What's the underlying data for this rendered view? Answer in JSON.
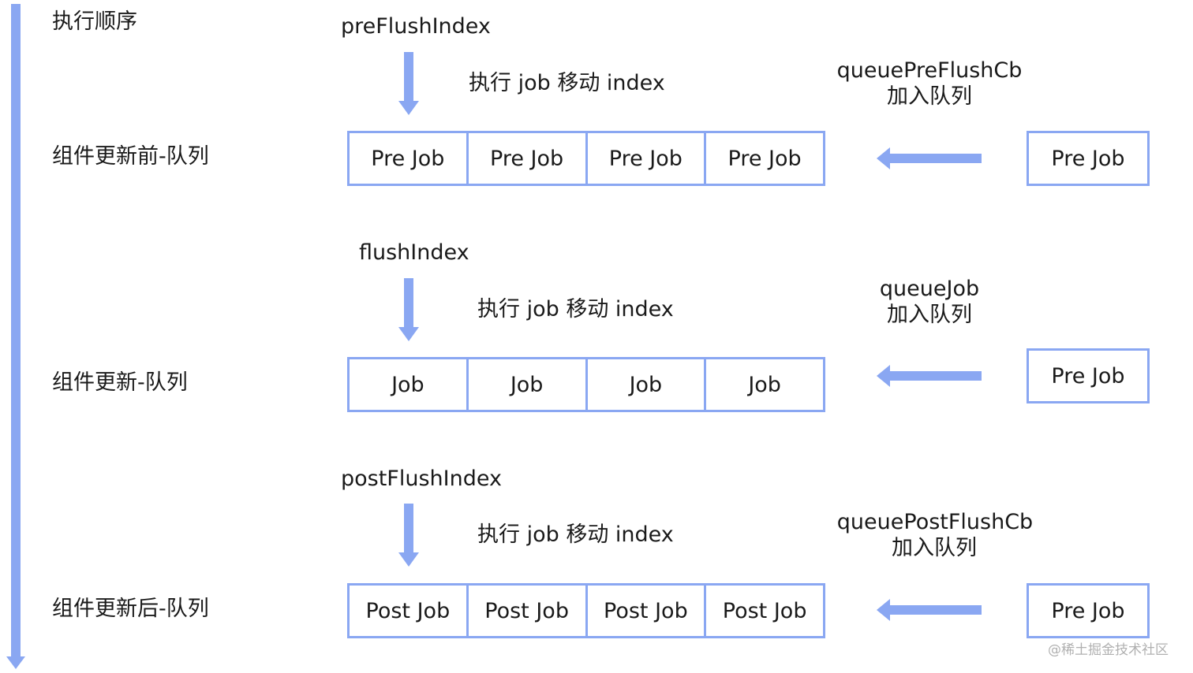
{
  "timeline": {
    "title": "执行顺序",
    "color": "#8aa7f2"
  },
  "sections": [
    {
      "label": "组件更新前-队列",
      "index_name": "preFlushIndex",
      "move_text": "执行 job 移动 index",
      "queue": [
        "Pre Job",
        "Pre Job",
        "Pre Job",
        "Pre Job"
      ],
      "api_name": "queuePreFlushCb",
      "api_action": "加入队列",
      "incoming": "Pre Job"
    },
    {
      "label": "组件更新-队列",
      "index_name": "flushIndex",
      "move_text": "执行 job 移动 index",
      "queue": [
        "Job",
        "Job",
        "Job",
        "Job"
      ],
      "api_name": "queueJob",
      "api_action": "加入队列",
      "incoming": "Pre Job"
    },
    {
      "label": "组件更新后-队列",
      "index_name": "postFlushIndex",
      "move_text": "执行 job 移动 index",
      "queue": [
        "Post Job",
        "Post Job",
        "Post Job",
        "Post Job"
      ],
      "api_name": "queuePostFlushCb",
      "api_action": "加入队列",
      "incoming": "Pre Job"
    }
  ],
  "watermark": "@稀土掘金技术社区",
  "colors": {
    "accent": "#8aa7f2",
    "text": "#1a1a1a",
    "watermark": "#b0b0b0"
  }
}
